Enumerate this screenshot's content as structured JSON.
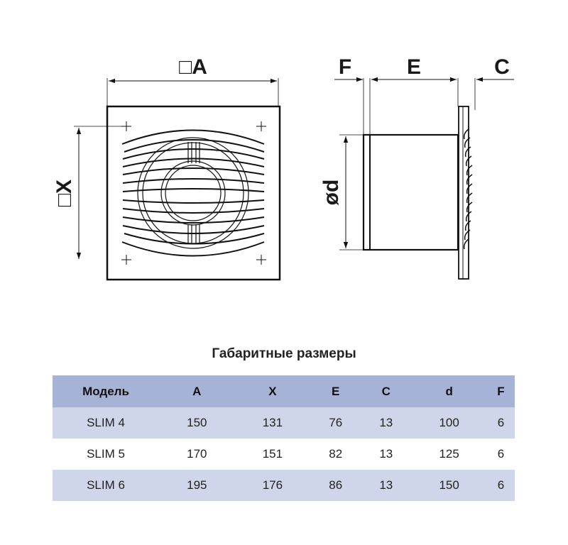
{
  "drawing": {
    "front_view": {
      "width_label": "□A",
      "height_label": "□X"
    },
    "side_view": {
      "labels": {
        "flange": "F",
        "depth": "E",
        "cover": "C",
        "diameter": "ød"
      }
    }
  },
  "table": {
    "title": "Габаритные размеры",
    "columns": [
      "Модель",
      "A",
      "X",
      "E",
      "C",
      "d",
      "F"
    ],
    "rows": [
      [
        "SLIM 4",
        "150",
        "131",
        "76",
        "13",
        "100",
        "6"
      ],
      [
        "SLIM 5",
        "170",
        "151",
        "82",
        "13",
        "125",
        "6"
      ],
      [
        "SLIM 6",
        "195",
        "176",
        "86",
        "13",
        "150",
        "6"
      ]
    ],
    "colors": {
      "header_bg": "#a7b3d6",
      "row_shaded_bg": "#cfd6ea",
      "row_plain_bg": "#ffffff"
    }
  }
}
